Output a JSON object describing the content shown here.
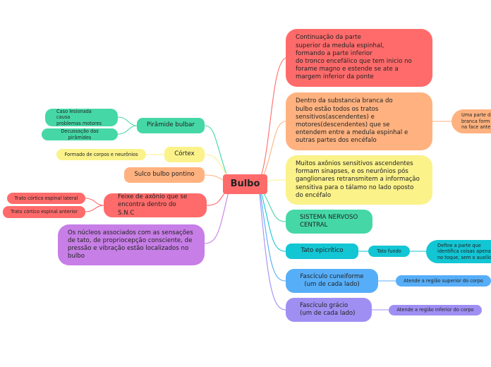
{
  "center": {
    "label": "Bulbo"
  },
  "colors": {
    "red": "#ff6b6b",
    "orange": "#ffb27f",
    "yellow": "#fbf28a",
    "green": "#45d8a6",
    "cyan": "#13c6d4",
    "blue": "#57aef8",
    "purple": "#a08ff3",
    "violet": "#c77ee6"
  },
  "right": {
    "continuacao": "Continuação da parte\nsuperior da medula espinhal,\nformando a parte inferior\ndo tronco encefálico que tem inicio no\nforame magno e estende se ate a\nmargem inferior da ponte",
    "substancia": "Dentro da substancia branca do\nbulbo estão todos os tratos\nsensitivos(ascendentes) e\nmotores(descendentes) que se\nentendem entre a medula espinhal e\noutras partes dos encéfalo",
    "substancia_child": "Uma parte da\nbranca form\nna face ante",
    "axonios": "Muitos axônios sensitivos ascendentes\nformam sinapses, e os neurônios pós\nganglionares retransmitem a informação\nsensitiva para o tálamo no lado oposto\ndo encéfalo",
    "sistema": "SISTEMA NERVOSO\nCENTRAL",
    "tato": "Tato epicrítico",
    "tato_fundo": "Tato fundo",
    "tato_fundo_child": "Define a parte que\nidentifica coisas apenas\nno toque, sem o auxilio",
    "cuneiforme": "Fascículo cuneiforme\n(um de cada lado)",
    "cuneiforme_child": "Atende a região superior do corpo",
    "gracio": "Fascículo grácio\n(um de cada lado)",
    "gracio_child": "Atende a região inferior do corpo"
  },
  "left": {
    "piramide": "Pirâmide bulbar",
    "piramide_c1": "Caso lesionada causa\nproblemas motores",
    "piramide_c2": "Decussação das pirâmides",
    "cortex": "Córtex",
    "cortex_c1": "Formado de corpos e neurônios",
    "sulco": "Sulco bulbo pontino",
    "feixe": "Feixe de axônio que se\nencontra dentro do S.N.C",
    "feixe_c1": "Trato córtico espinal lateral",
    "feixe_c2": "Trato córtico espinal anterior",
    "nucleos": "Os núcleos associados com as sensações\nde tato, de propriocepção consciente, de\npressão e vibração estão localizados no\nbulbo"
  }
}
